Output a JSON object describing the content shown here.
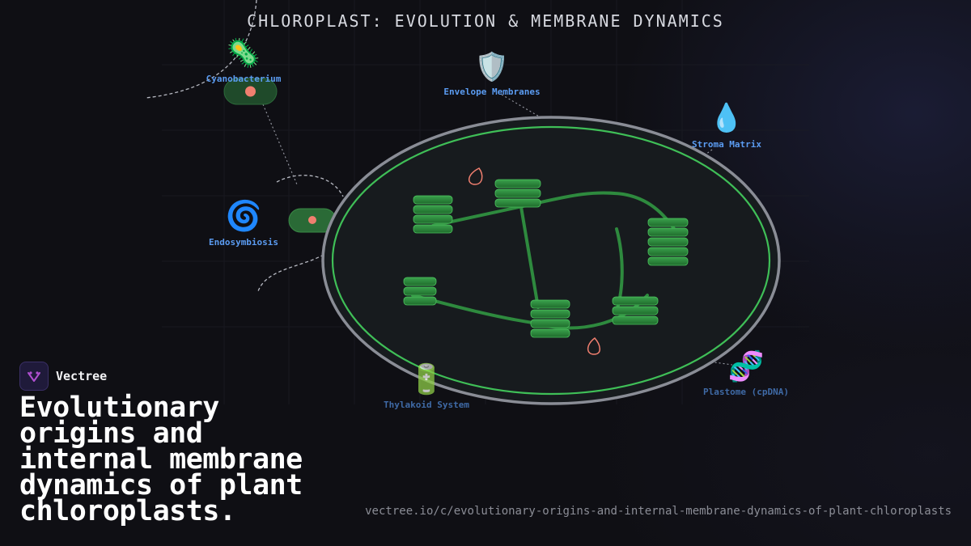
{
  "title": "CHLOROPLAST: EVOLUTION & MEMBRANE DYNAMICS",
  "nodes": {
    "cyanobacterium": {
      "icon": "microbe-icon",
      "glyph": "🦠",
      "label": "Cyanobacterium"
    },
    "envelope": {
      "icon": "shield-icon",
      "glyph": "🛡️",
      "label": "Envelope Membranes"
    },
    "stroma": {
      "icon": "droplet-icon",
      "glyph": "💧",
      "label": "Stroma Matrix"
    },
    "endosymbiosis": {
      "icon": "cyclone-icon",
      "glyph": "🌀",
      "label": "Endosymbiosis"
    },
    "thylakoid": {
      "icon": "battery-icon",
      "glyph": "🔋",
      "label": "Thylakoid System"
    },
    "plastome": {
      "icon": "dna-icon",
      "glyph": "🧬",
      "label": "Plastome (cpDNA)"
    }
  },
  "brand": {
    "name": "Vectree",
    "logo": "vectree-logo-icon"
  },
  "headline": "Evolutionary origins and internal membrane dynamics of plant chloroplasts.",
  "url": "vectree.io/c/evolutionary-origins-and-internal-membrane-dynamics-of-plant-chloroplasts",
  "colors": {
    "background": "#0f0f14",
    "label": "#5b9cf2",
    "inner_membrane": "#3fbf57",
    "outer_membrane": "#8a8d96",
    "grana": "#2e8a3e",
    "plastoglobule": "#f07f6f"
  }
}
